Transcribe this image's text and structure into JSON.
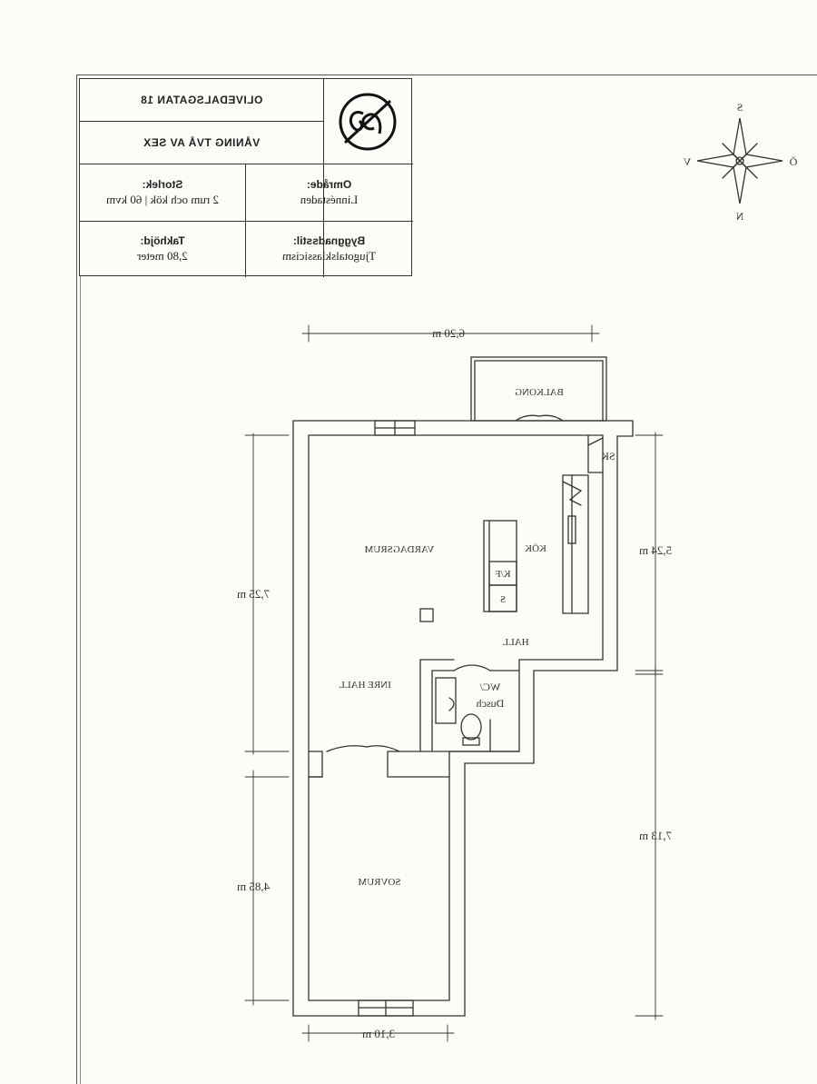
{
  "titleblock": {
    "street": "OLIVEDALSGATAN 18",
    "floor": "VÅNING TVÅ AV SEX",
    "area_label": "Område:",
    "area_value": "Linnéstaden",
    "size_label": "Storlek:",
    "size_value": "2 rum och kök | 60 kvm",
    "style_label": "Byggnadsstil:",
    "style_value": "Tjugotalsklassicism",
    "height_label": "Takhöjd:",
    "height_value": "2,80 meter",
    "logo_icon": "monogram-logo-icon"
  },
  "compass": {
    "north": "N",
    "south": "S",
    "east": "Ö",
    "west": "V"
  },
  "rooms": {
    "balcony": "BALKONG",
    "closet": "SK",
    "living": "VARDAGSRUM",
    "kitchen": "KÖK",
    "fridge": "K/F",
    "stove": "S",
    "hall": "HALL",
    "inner_hall": "INRE HALL",
    "wc_line1": "WC/",
    "wc_line2": "Dusch",
    "bedroom": "SOVRUM"
  },
  "dimensions": {
    "top_width": "6,20 m",
    "bottom_width": "3,10 m",
    "left_upper": "7,25 m",
    "left_lower": "4,85 m",
    "right_upper": "5,24 m",
    "right_lower": "7,13 m"
  },
  "colors": {
    "line": "#333333",
    "paper": "#fdfcf8"
  }
}
